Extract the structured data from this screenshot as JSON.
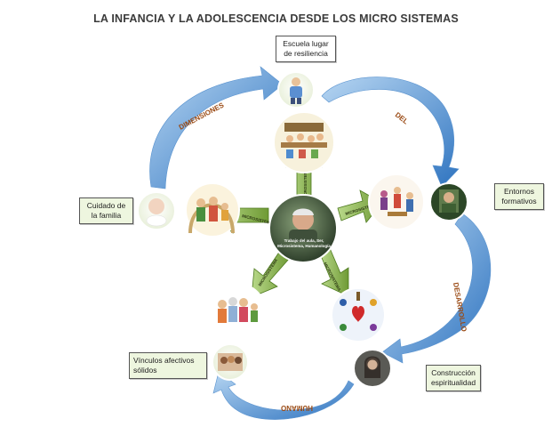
{
  "title": "LA INFANCIA Y LA ADOLESCENCIA DESDE LOS MICRO SISTEMAS",
  "boxes": {
    "escuela": "Escuela lugar de resiliencia",
    "entornos": "Entornos formativos",
    "cuidado": "Cuidado de la familia",
    "vinculos": "Vínculos afectivos sólidos",
    "construccion": "Construcción espiritualidad"
  },
  "cycle_labels": {
    "dimensiones": "DIMENSIONES",
    "del": "DEL",
    "desarrollo": "DESARROLLO",
    "humano": "HUMANO"
  },
  "microsistema_label": "MICROSISTEMA",
  "center_caption": "Trabajo del aula, Ser, Microsistema, Humanología",
  "colors": {
    "cycle_arrow": "#4a90d4",
    "cycle_arrow_dark": "#2d6fb8",
    "green_arrow": "#86b04a",
    "green_arrow_dark": "#4d7a1e",
    "label_brown": "#9a4a14",
    "circle_bg": "#f3f7ea"
  }
}
